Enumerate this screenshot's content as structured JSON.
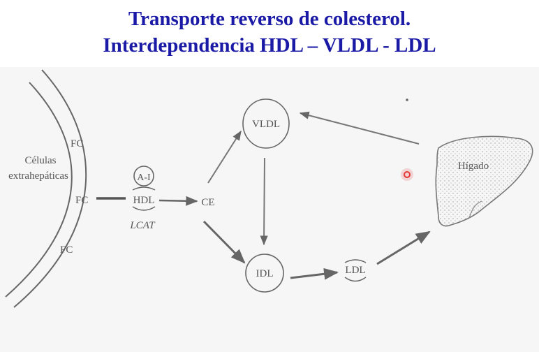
{
  "title": {
    "line1": "Transporte reverso de colesterol.",
    "line2": "Interdependencia HDL – VLDL - LDL"
  },
  "diagram": {
    "cells_label_1": "Células",
    "cells_label_2": "extrahepáticas",
    "fc_top": "FC",
    "fc_middle": "FC",
    "fc_bottom": "FC",
    "apo": "A-I",
    "hdl": "HDL",
    "lcat": "LCAT",
    "ce": "CE",
    "vldl": "VLDL",
    "idl": "IDL",
    "ldl": "LDL",
    "liver": "Hígado"
  },
  "colors": {
    "title": "#1a1aa6",
    "ink": "#555555",
    "pointer": "#e53935"
  }
}
